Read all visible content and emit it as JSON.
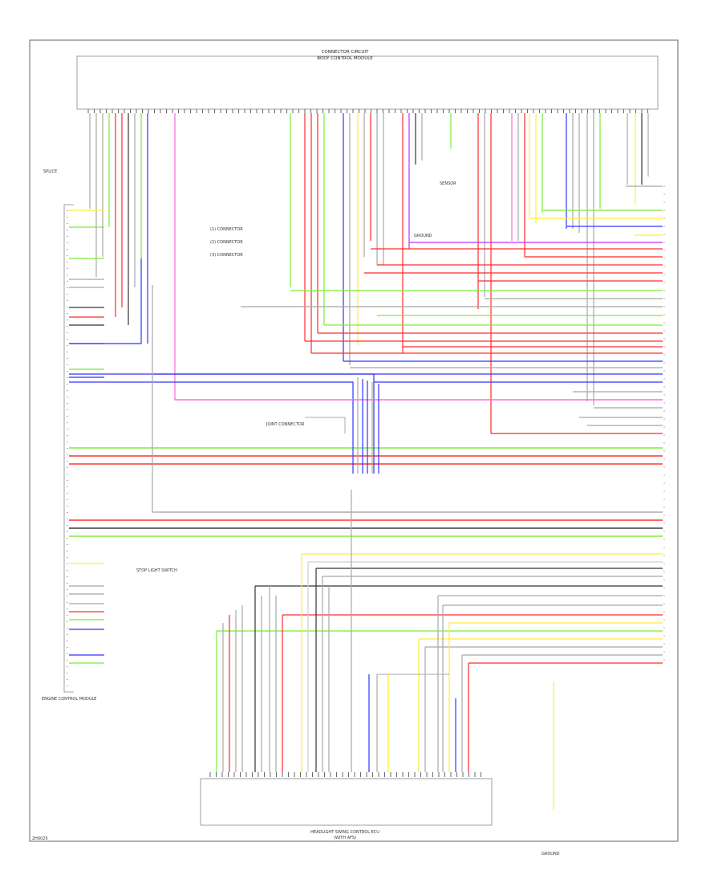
{
  "labels": {
    "top_unit_line1": "CONNECTOR CIRCUIT",
    "top_unit_line2": "BODY CONTROL MODULE",
    "left_unit": "ENGINE CONTROL MODULE",
    "bottom_unit_line1": "HEADLIGHT SWING CONTROL ECU",
    "bottom_unit_line2": "(WITH AFS)",
    "legend_1": "(1) CONNECTOR",
    "legend_2": "(2) CONNECTOR",
    "legend_3": "(3) CONNECTOR",
    "splice_left": "SPLICE",
    "splice_center": "JOINT CONNECTOR",
    "ground_top": "GROUND",
    "ground_bottom": "GROUND",
    "stop_light": "STOP LIGHT SWITCH",
    "sensor_right": "SENSOR",
    "page_code": "2H0025"
  },
  "colors": {
    "frame": "#666666",
    "gray": "#a8a8a8",
    "dark": "#333333",
    "red": "#ff2a2a",
    "green": "#22dd22",
    "lime": "#77ee33",
    "blue": "#3333ff",
    "yellow": "#ffee33",
    "violet": "#bb33ee",
    "pink": "#ff66dd",
    "lightgray": "#cfcfcf"
  }
}
